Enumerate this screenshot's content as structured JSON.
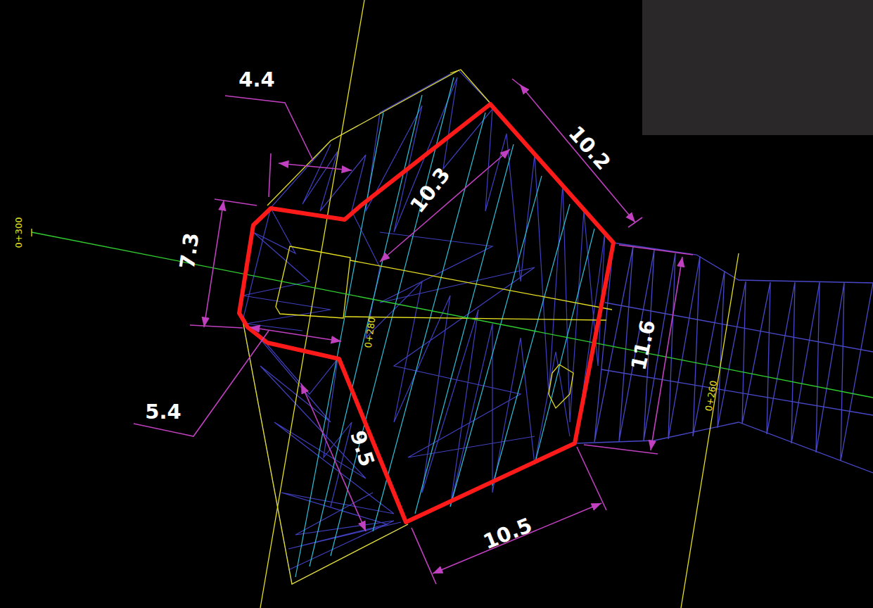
{
  "diagram": {
    "labels": [
      "4.4",
      "10.2",
      "10.3",
      "7.3",
      "0+300",
      "0+280",
      "11.6",
      "0+260",
      "5.4",
      "9.5",
      "10.5"
    ]
  }
}
